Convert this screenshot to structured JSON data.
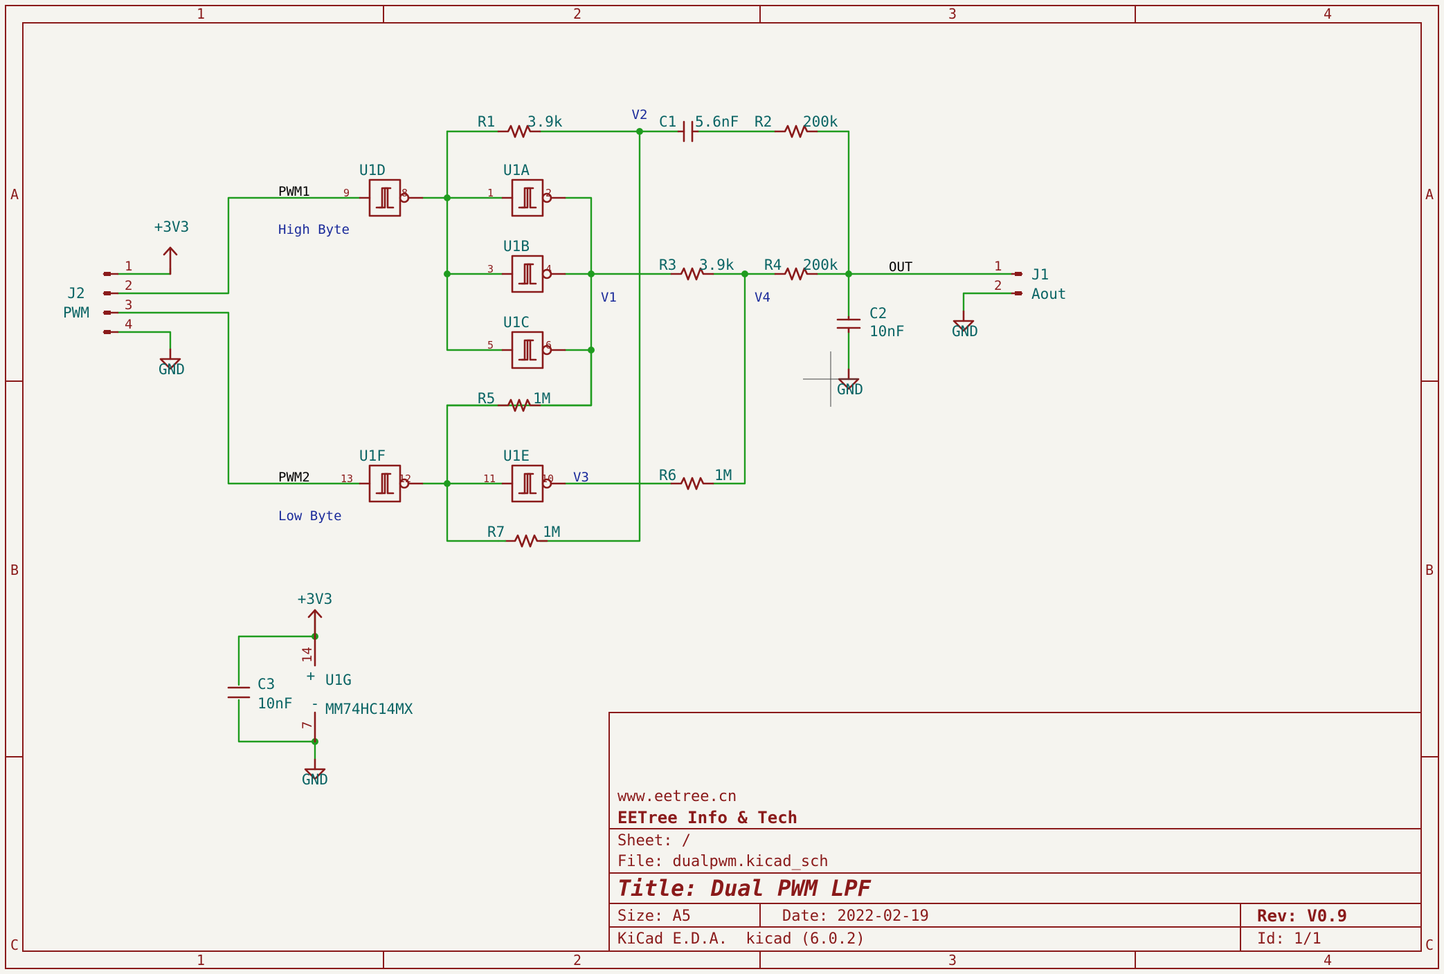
{
  "frame": {
    "columns": [
      "1",
      "2",
      "3",
      "4"
    ],
    "rows": [
      "A",
      "B",
      "C"
    ]
  },
  "connectors": {
    "j2": {
      "ref": "J2",
      "value": "PWM",
      "pins": [
        "1",
        "2",
        "3",
        "4"
      ]
    },
    "j1": {
      "ref": "J1",
      "value": "Aout",
      "pins": [
        "1",
        "2"
      ]
    }
  },
  "power": {
    "v33": "+3V3",
    "gnd": "GND"
  },
  "gates": {
    "u1d": {
      "ref": "U1D",
      "pin_in": "9",
      "pin_out": "8"
    },
    "u1a": {
      "ref": "U1A",
      "pin_in": "1",
      "pin_out": "2"
    },
    "u1b": {
      "ref": "U1B",
      "pin_in": "3",
      "pin_out": "4"
    },
    "u1c": {
      "ref": "U1C",
      "pin_in": "5",
      "pin_out": "6"
    },
    "u1f": {
      "ref": "U1F",
      "pin_in": "13",
      "pin_out": "12"
    },
    "u1e": {
      "ref": "U1E",
      "pin_in": "11",
      "pin_out": "10"
    }
  },
  "resistors": {
    "r1": {
      "ref": "R1",
      "value": "3.9k"
    },
    "r2": {
      "ref": "R2",
      "value": "200k"
    },
    "r3": {
      "ref": "R3",
      "value": "3.9k"
    },
    "r4": {
      "ref": "R4",
      "value": "200k"
    },
    "r5": {
      "ref": "R5",
      "value": "1M"
    },
    "r6": {
      "ref": "R6",
      "value": "1M"
    },
    "r7": {
      "ref": "R7",
      "value": "1M"
    }
  },
  "capacitors": {
    "c1": {
      "ref": "C1",
      "value": "5.6nF"
    },
    "c2": {
      "ref": "C2",
      "value": "10nF"
    },
    "c3": {
      "ref": "C3",
      "value": "10nF"
    }
  },
  "nets": {
    "pwm1": "PWM1",
    "pwm2": "PWM2",
    "out": "OUT",
    "v1": "V1",
    "v2": "V2",
    "v3": "V3",
    "v4": "V4"
  },
  "notes": {
    "high": "High Byte",
    "low": "Low Byte"
  },
  "power_unit": {
    "ref": "U1G",
    "value": "MM74HC14MX",
    "pin_vcc": "14",
    "pin_gnd": "7",
    "plus": "+",
    "minus": "-"
  },
  "title_block": {
    "url": "www.eetree.cn",
    "company": "EETree Info & Tech",
    "sheet": "Sheet: /",
    "file": "File: dualpwm.kicad_sch",
    "title": "Title: Dual PWM LPF",
    "size": "Size: A5",
    "date": "Date: 2022-02-19",
    "rev": "Rev: V0.9",
    "tool": "KiCad E.D.A.  kicad (6.0.2)",
    "id": "Id: 1/1"
  }
}
